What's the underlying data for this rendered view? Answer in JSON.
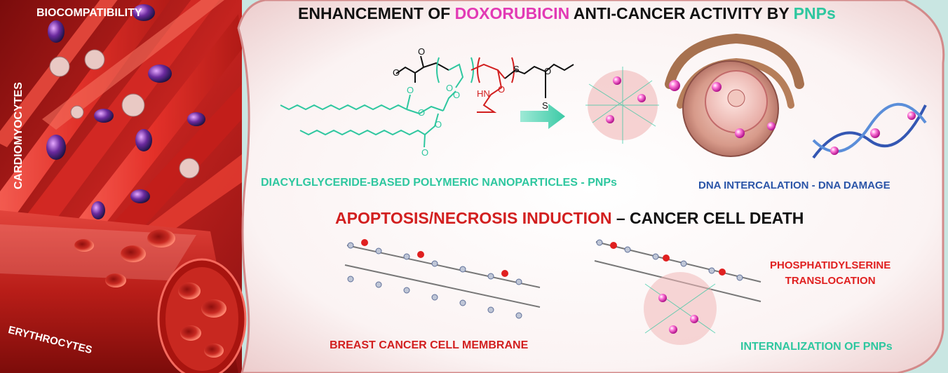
{
  "title": {
    "part1": "ENHANCEMENT OF ",
    "drug": "DOXORUBICIN",
    "part2": " ANTI-CANCER ACTIVITY BY ",
    "carrier": "PNPs"
  },
  "labels": {
    "pnp": "DIACYLGLYCERIDE-BASED POLYMERIC NANOPARTICLES - PNPs",
    "dna": "DNA INTERCALATION - DNA DAMAGE",
    "apoptosis_red": "APOPTOSIS/NECROSIS INDUCTION",
    "apoptosis_rest": " – CANCER CELL DEATH",
    "ps_line1": "PHOSPHATIDYLSERINE",
    "ps_line2": "TRANSLOCATION",
    "membrane": "BREAST CANCER CELL MEMBRANE",
    "internalization": "INTERNALIZATION OF PNPs",
    "biocompatibility": "BIOCOMPATIBILITY",
    "cardiomyocytes": "CARDIOMYOCYTES",
    "erythrocytes": "ERYTHROCYTES"
  },
  "structure_atoms": {
    "o": "O",
    "s": "S",
    "hn": "HN"
  },
  "colors": {
    "teal": "#2ec79f",
    "magenta": "#e23ab5",
    "red": "#d21f1f",
    "blue": "#2a55a8",
    "panel_border": "#d38a8a",
    "background": "#c9e6e2"
  }
}
